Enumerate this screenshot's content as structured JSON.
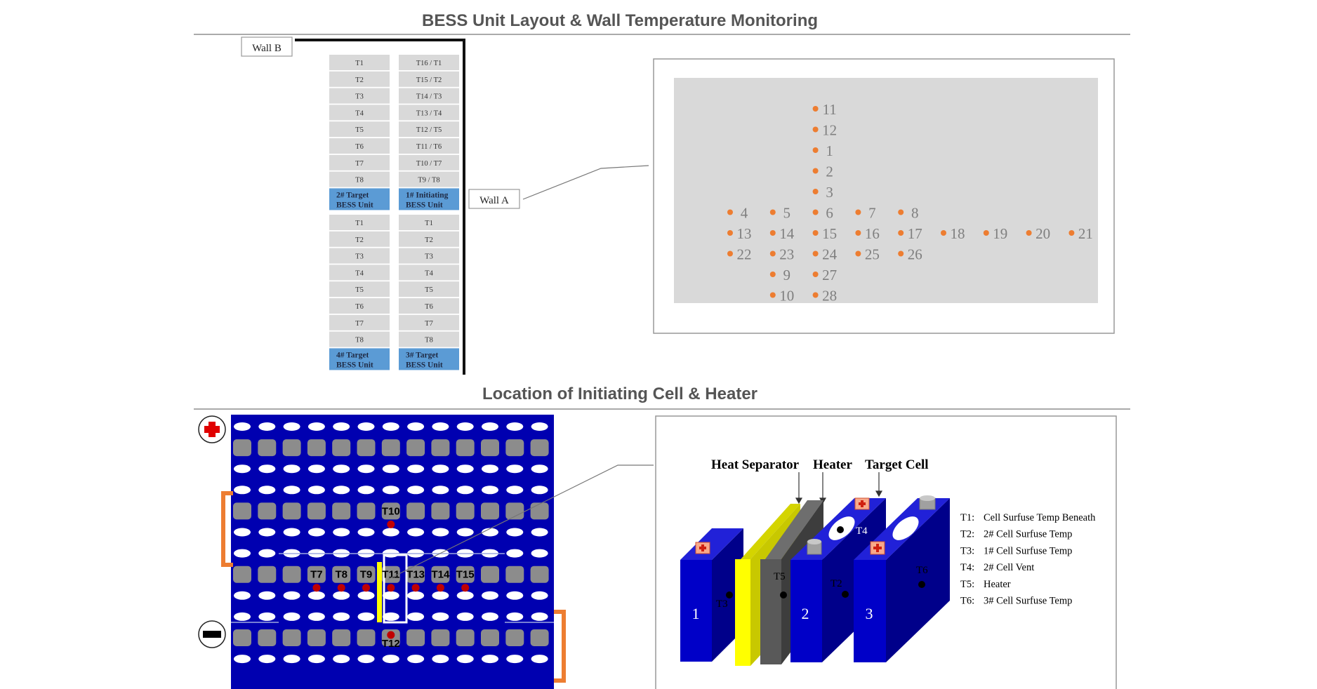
{
  "top_title": "BESS Unit Layout & Wall Temperature Monitoring",
  "bottom_title": "Location of Initiating Cell & Heater",
  "wall_b": "Wall B",
  "wall_a": "Wall A",
  "units": [
    {
      "labels": [
        "T1",
        "T2",
        "T3",
        "T4",
        "T5",
        "T6",
        "T7",
        "T8"
      ],
      "name_line1": "2# Target",
      "name_line2": "BESS Unit"
    },
    {
      "labels": [
        "T16 / T1",
        "T15 / T2",
        "T14 / T3",
        "T13 / T4",
        "T12 / T5",
        "T11 / T6",
        "T10 / T7",
        "T9 / T8"
      ],
      "name_line1": "1# Initiating",
      "name_line2": "BESS Unit"
    },
    {
      "labels": [
        "T1",
        "T2",
        "T3",
        "T4",
        "T5",
        "T6",
        "T7",
        "T8"
      ],
      "name_line1": "4# Target",
      "name_line2": "BESS Unit"
    },
    {
      "labels": [
        "T1",
        "T2",
        "T3",
        "T4",
        "T5",
        "T6",
        "T7",
        "T8"
      ],
      "name_line1": "3# Target",
      "name_line2": "BESS Unit"
    }
  ],
  "wall_points": [
    {
      "label": "11",
      "col": 2,
      "row": 0
    },
    {
      "label": "12",
      "col": 2,
      "row": 1
    },
    {
      "label": "1",
      "col": 2,
      "row": 2
    },
    {
      "label": "2",
      "col": 2,
      "row": 3
    },
    {
      "label": "3",
      "col": 2,
      "row": 4
    },
    {
      "label": "4",
      "col": 0,
      "row": 5
    },
    {
      "label": "5",
      "col": 1,
      "row": 5
    },
    {
      "label": "6",
      "col": 2,
      "row": 5
    },
    {
      "label": "7",
      "col": 3,
      "row": 5
    },
    {
      "label": "8",
      "col": 4,
      "row": 5
    },
    {
      "label": "13",
      "col": 0,
      "row": 6
    },
    {
      "label": "14",
      "col": 1,
      "row": 6
    },
    {
      "label": "15",
      "col": 2,
      "row": 6
    },
    {
      "label": "16",
      "col": 3,
      "row": 6
    },
    {
      "label": "17",
      "col": 4,
      "row": 6
    },
    {
      "label": "18",
      "col": 5,
      "row": 6
    },
    {
      "label": "19",
      "col": 6,
      "row": 6
    },
    {
      "label": "20",
      "col": 7,
      "row": 6
    },
    {
      "label": "21",
      "col": 8,
      "row": 6
    },
    {
      "label": "22",
      "col": 0,
      "row": 7
    },
    {
      "label": "23",
      "col": 1,
      "row": 7
    },
    {
      "label": "24",
      "col": 2,
      "row": 7
    },
    {
      "label": "25",
      "col": 3,
      "row": 7
    },
    {
      "label": "26",
      "col": 4,
      "row": 7
    },
    {
      "label": "9",
      "col": 1,
      "row": 8
    },
    {
      "label": "27",
      "col": 2,
      "row": 8
    },
    {
      "label": "10",
      "col": 1,
      "row": 9
    },
    {
      "label": "28",
      "col": 2,
      "row": 9
    }
  ],
  "sensors": [
    {
      "label": "T10",
      "col": 6,
      "row": 4
    },
    {
      "label": "T7",
      "col": 3,
      "row": 7
    },
    {
      "label": "T8",
      "col": 4,
      "row": 7
    },
    {
      "label": "T9",
      "col": 5,
      "row": 7
    },
    {
      "label": "T11",
      "col": 6,
      "row": 7
    },
    {
      "label": "T13",
      "col": 7,
      "row": 7
    },
    {
      "label": "T14",
      "col": 8,
      "row": 7
    },
    {
      "label": "T15",
      "col": 9,
      "row": 7
    },
    {
      "label": "T12",
      "col": 6,
      "row": 10
    }
  ],
  "callouts": {
    "heat_separator": "Heat Separator",
    "heater": "Heater",
    "target_cell": "Target Cell"
  },
  "cell_numbers": [
    "1",
    "2",
    "3"
  ],
  "cell_tags": {
    "t2": "T2",
    "t3": "T3",
    "t4": "T4",
    "t5": "T5",
    "t6": "T6"
  },
  "legend": [
    {
      "key": "T1:",
      "text": "Cell Surfuse Temp Beneath"
    },
    {
      "key": "T2:",
      "text": "2# Cell Surfuse Temp"
    },
    {
      "key": "T3:",
      "text": "1# Cell Surfuse Temp"
    },
    {
      "key": "T4:",
      "text": "2# Cell Vent"
    },
    {
      "key": "T5:",
      "text": "Heater"
    },
    {
      "key": "T6:",
      "text": "3# Cell Surfuse Temp"
    }
  ],
  "colors": {
    "cell_blue": "#0000b0",
    "unit_blue": "#5b9bd5",
    "dot_orange": "#ed7d31",
    "sensor_red": "#c00000",
    "heater_yellow": "#ffff00",
    "heater_gray": "#595959",
    "panel_gray": "#d9d9d9"
  }
}
